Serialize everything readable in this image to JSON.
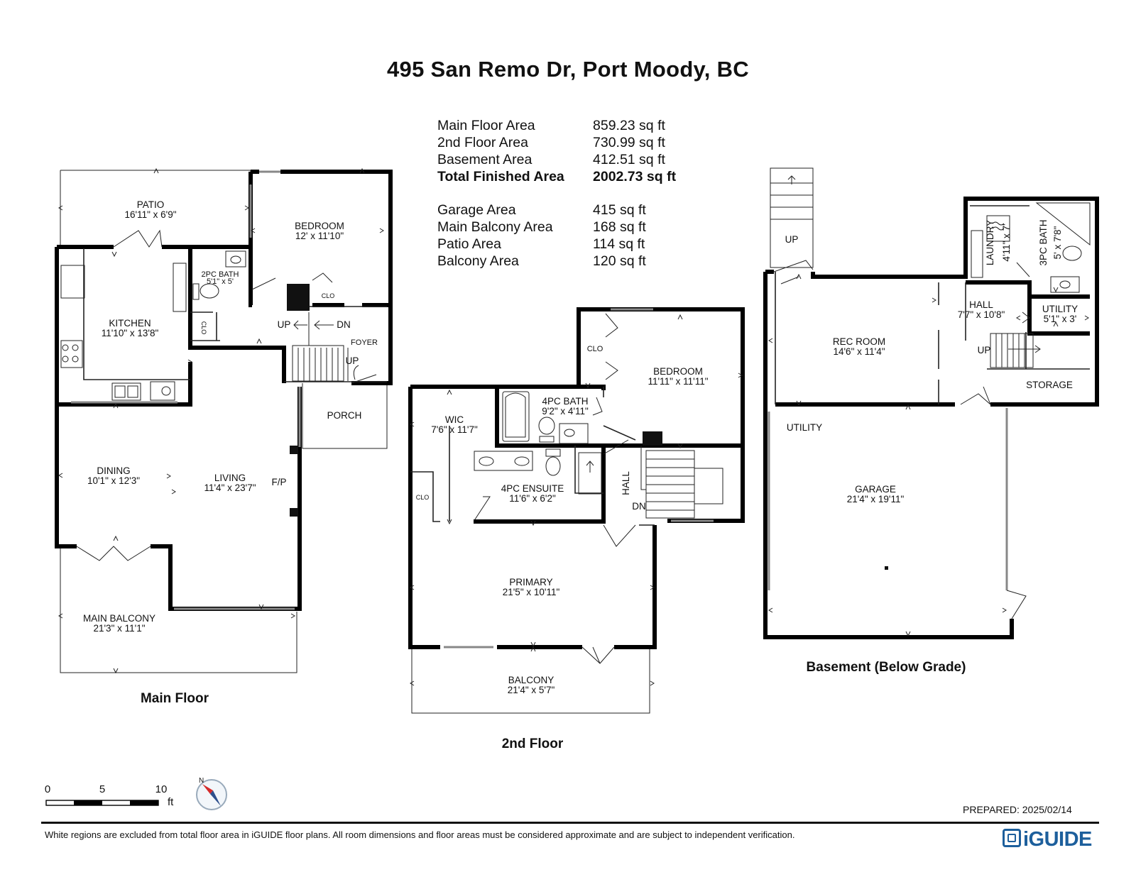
{
  "title": "495 San Remo Dr, Port Moody, BC",
  "areas": [
    {
      "label": "Main Floor Area",
      "value": "859.23 sq ft",
      "bold": false
    },
    {
      "label": "2nd Floor Area",
      "value": "730.99 sq ft",
      "bold": false
    },
    {
      "label": "Basement Area",
      "value": "412.51 sq ft",
      "bold": false
    },
    {
      "label": "Total Finished Area",
      "value": "2002.73 sq ft",
      "bold": true
    },
    {
      "label": "Garage Area",
      "value": "415 sq ft",
      "bold": false
    },
    {
      "label": "Main Balcony Area",
      "value": "168 sq ft",
      "bold": false
    },
    {
      "label": "Patio Area",
      "value": "114 sq ft",
      "bold": false
    },
    {
      "label": "Balcony Area",
      "value": "120 sq ft",
      "bold": false
    }
  ],
  "floors": {
    "main": "Main Floor",
    "second": "2nd Floor",
    "basement": "Basement (Below Grade)"
  },
  "rooms": {
    "main": {
      "patio": {
        "name": "PATIO",
        "dim": "16'11\" x 6'9\""
      },
      "bedroom": {
        "name": "BEDROOM",
        "dim": "12' x 11'10\""
      },
      "bath2pc": {
        "name": "2PC BATH",
        "dim": "5'1\" x 5'"
      },
      "kitchen": {
        "name": "KITCHEN",
        "dim": "11'10\" x 13'8\""
      },
      "clo1": "CLO",
      "clo2": "CLO",
      "up": "UP",
      "dn": "DN",
      "foyer": "FOYER",
      "up2": "UP",
      "porch": "PORCH",
      "dining": {
        "name": "DINING",
        "dim": "10'1\" x 12'3\""
      },
      "living": {
        "name": "LIVING",
        "dim": "11'4\" x 23'7\""
      },
      "fp": "F/P",
      "balcony": {
        "name": "MAIN BALCONY",
        "dim": "21'3\" x 11'1\""
      }
    },
    "second": {
      "wic": {
        "name": "WIC",
        "dim": "7'6\" x 11'7\""
      },
      "bath4pc": {
        "name": "4PC BATH",
        "dim": "9'2\" x 4'11\""
      },
      "bedroom": {
        "name": "BEDROOM",
        "dim": "11'11\" x 11'11\""
      },
      "clo1": "CLO",
      "clo2": "CLO",
      "ensuite": {
        "name": "4PC ENSUITE",
        "dim": "11'6\" x 6'2\""
      },
      "hall": "HALL",
      "dn": "DN",
      "primary": {
        "name": "PRIMARY",
        "dim": "21'5\" x 10'11\""
      },
      "balcony": {
        "name": "BALCONY",
        "dim": "21'4\" x 5'7\""
      }
    },
    "basement": {
      "up": "UP",
      "laundry": {
        "name": "LAUNDRY",
        "dim": "4'11\" x 7'"
      },
      "bath3pc": {
        "name": "3PC BATH",
        "dim": "5' x 7'8\""
      },
      "hall": {
        "name": "HALL",
        "dim": "7'7\" x 10'8\""
      },
      "utility1": {
        "name": "UTILITY",
        "dim": "5'1\" x 3'"
      },
      "rec": {
        "name": "REC ROOM",
        "dim": "14'6\" x 11'4\""
      },
      "up2": "UP",
      "storage": "STORAGE",
      "utility2": "UTILITY",
      "garage": {
        "name": "GARAGE",
        "dim": "21'4\" x 19'11\""
      }
    }
  },
  "scale": {
    "ticks": [
      "0",
      "5",
      "10"
    ],
    "unit": "ft"
  },
  "compass": {
    "label": "N"
  },
  "prepared": "PREPARED: 2025/02/14",
  "disclaimer": "White regions are excluded from total floor area in iGUIDE floor plans. All room dimensions and floor areas must be considered approximate and are subject to independent verification.",
  "logo": "iGUIDE"
}
